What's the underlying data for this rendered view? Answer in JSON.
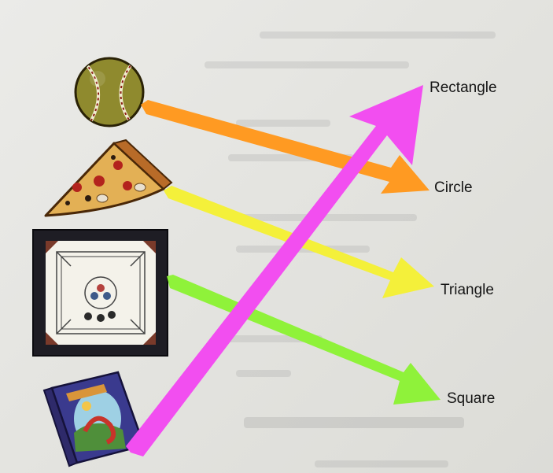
{
  "worksheet": {
    "shapes": [
      {
        "label": "Rectangle"
      },
      {
        "label": "Circle"
      },
      {
        "label": "Triangle"
      },
      {
        "label": "Square"
      }
    ],
    "objects": [
      {
        "icon": "baseball-icon",
        "matches": "Circle",
        "arrow_color": "#ff9a22"
      },
      {
        "icon": "pizza-slice-icon",
        "matches": "Triangle",
        "arrow_color": "#f4f03a"
      },
      {
        "icon": "carrom-board-icon",
        "matches": "Square",
        "arrow_color": "#8ff23a"
      },
      {
        "icon": "book-icon",
        "matches": "Rectangle",
        "arrow_color": "#f24ef0"
      }
    ]
  }
}
